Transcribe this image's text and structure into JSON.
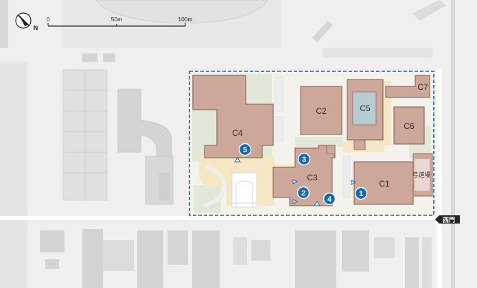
{
  "map": {
    "north_label": "N",
    "scale": {
      "ticks": [
        "0",
        "50m",
        "100m"
      ]
    },
    "buildings": [
      {
        "id": "C1",
        "label": "C1"
      },
      {
        "id": "C2",
        "label": "C2"
      },
      {
        "id": "C3",
        "label": "C3"
      },
      {
        "id": "C4",
        "label": "C4"
      },
      {
        "id": "C5",
        "label": "C5"
      },
      {
        "id": "C6",
        "label": "C6"
      },
      {
        "id": "C7",
        "label": "C7"
      }
    ],
    "kyudojo_label": "弓道場",
    "gate_label": "西門",
    "markers": [
      "1",
      "2",
      "3",
      "4",
      "5"
    ],
    "colors": {
      "building": "#cda89a",
      "building_edge": "#8f6a5d",
      "marker": "#1769b0",
      "boundary": "#1e5d97",
      "paving": "#f5e6c4",
      "lawn": "#e2e8d7",
      "other_building": "#d6d6d6",
      "gate_tag": "#262626"
    }
  }
}
